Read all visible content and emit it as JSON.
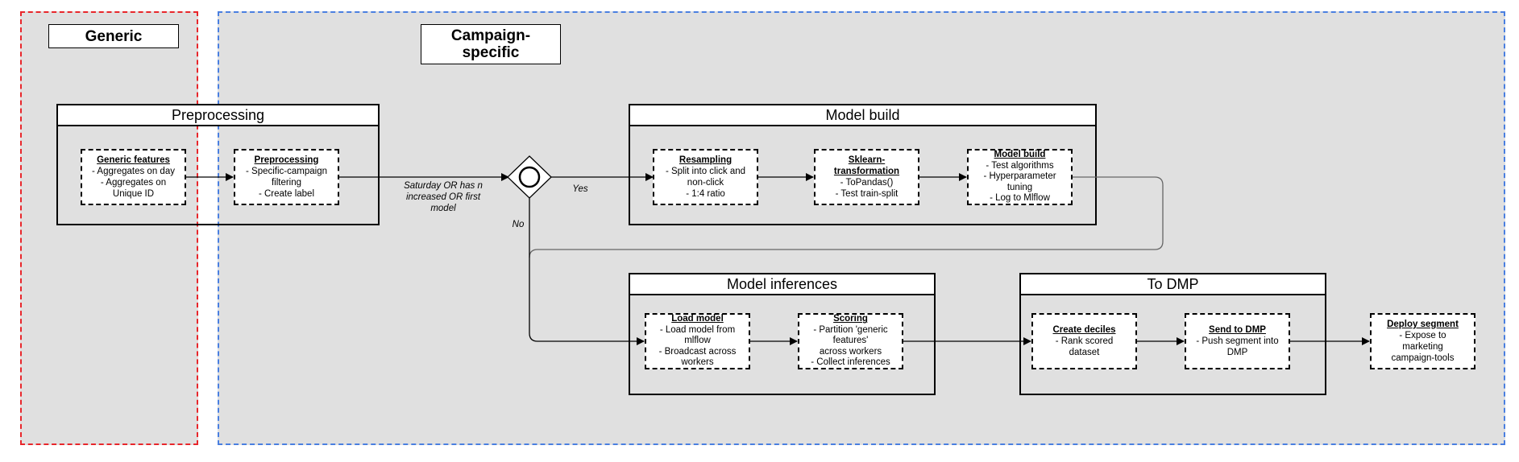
{
  "zones": {
    "generic_label": "Generic",
    "campaign_label": "Campaign-specific"
  },
  "groups": {
    "preprocessing": "Preprocessing",
    "model_build": "Model build",
    "model_inferences": "Model inferences",
    "to_dmp": "To DMP"
  },
  "tasks": {
    "generic_features": {
      "title": "Generic features",
      "lines": [
        "- Aggregates on day",
        "- Aggregates on",
        "Unique ID"
      ]
    },
    "preprocessing": {
      "title": "Preprocessing",
      "lines": [
        "- Specific-campaign",
        "filtering",
        "- Create label"
      ]
    },
    "resampling": {
      "title": "Resampling",
      "lines": [
        "- Split into click and",
        "non-click",
        "- 1:4 ratio"
      ]
    },
    "sklearn": {
      "title": "Sklearn-transformation",
      "lines": [
        "- ToPandas()",
        "- Test train-split"
      ]
    },
    "model_build": {
      "title": "Model build",
      "lines": [
        "- Test algorithms",
        "- Hyperparameter",
        "tuning",
        "- Log to Mlflow"
      ]
    },
    "load_model": {
      "title": "Load model",
      "lines": [
        "- Load model from",
        "mlflow",
        "- Broadcast across",
        "workers"
      ]
    },
    "scoring": {
      "title": "Scoring",
      "lines": [
        "- Partition 'generic",
        "features'",
        "across workers",
        "- Collect inferences"
      ]
    },
    "create_deciles": {
      "title": "Create deciles",
      "lines": [
        "- Rank scored",
        "dataset"
      ]
    },
    "send_to_dmp": {
      "title": "Send to DMP",
      "lines": [
        "- Push segment into",
        "DMP"
      ]
    },
    "deploy_segment": {
      "title": "Deploy segment",
      "lines": [
        "- Expose to",
        "marketing",
        "campaign-tools"
      ]
    }
  },
  "gateway": {
    "condition_label": "Saturday OR has n increased OR first model",
    "yes_label": "Yes",
    "no_label": "No"
  },
  "colors": {
    "generic_border": "#e8262b",
    "campaign_border": "#4a7fe0",
    "background": "#e0e0e0"
  }
}
